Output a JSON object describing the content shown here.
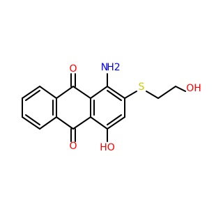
{
  "molecule": {
    "atoms": {
      "o_top": {
        "text": "O",
        "color": "#ff0000"
      },
      "nh2": {
        "text": "H2",
        "prefix": "N",
        "color": "#0000ff"
      },
      "s": {
        "text": "S",
        "color": "#cccc00"
      },
      "oh_right": {
        "text": "OH",
        "color": "#ff0000"
      },
      "o_bottom": {
        "text": "O",
        "color": "#ff0000"
      },
      "oh_bottom": {
        "text": "HO",
        "color": "#ff0000"
      }
    },
    "bond_color": "#000000"
  }
}
